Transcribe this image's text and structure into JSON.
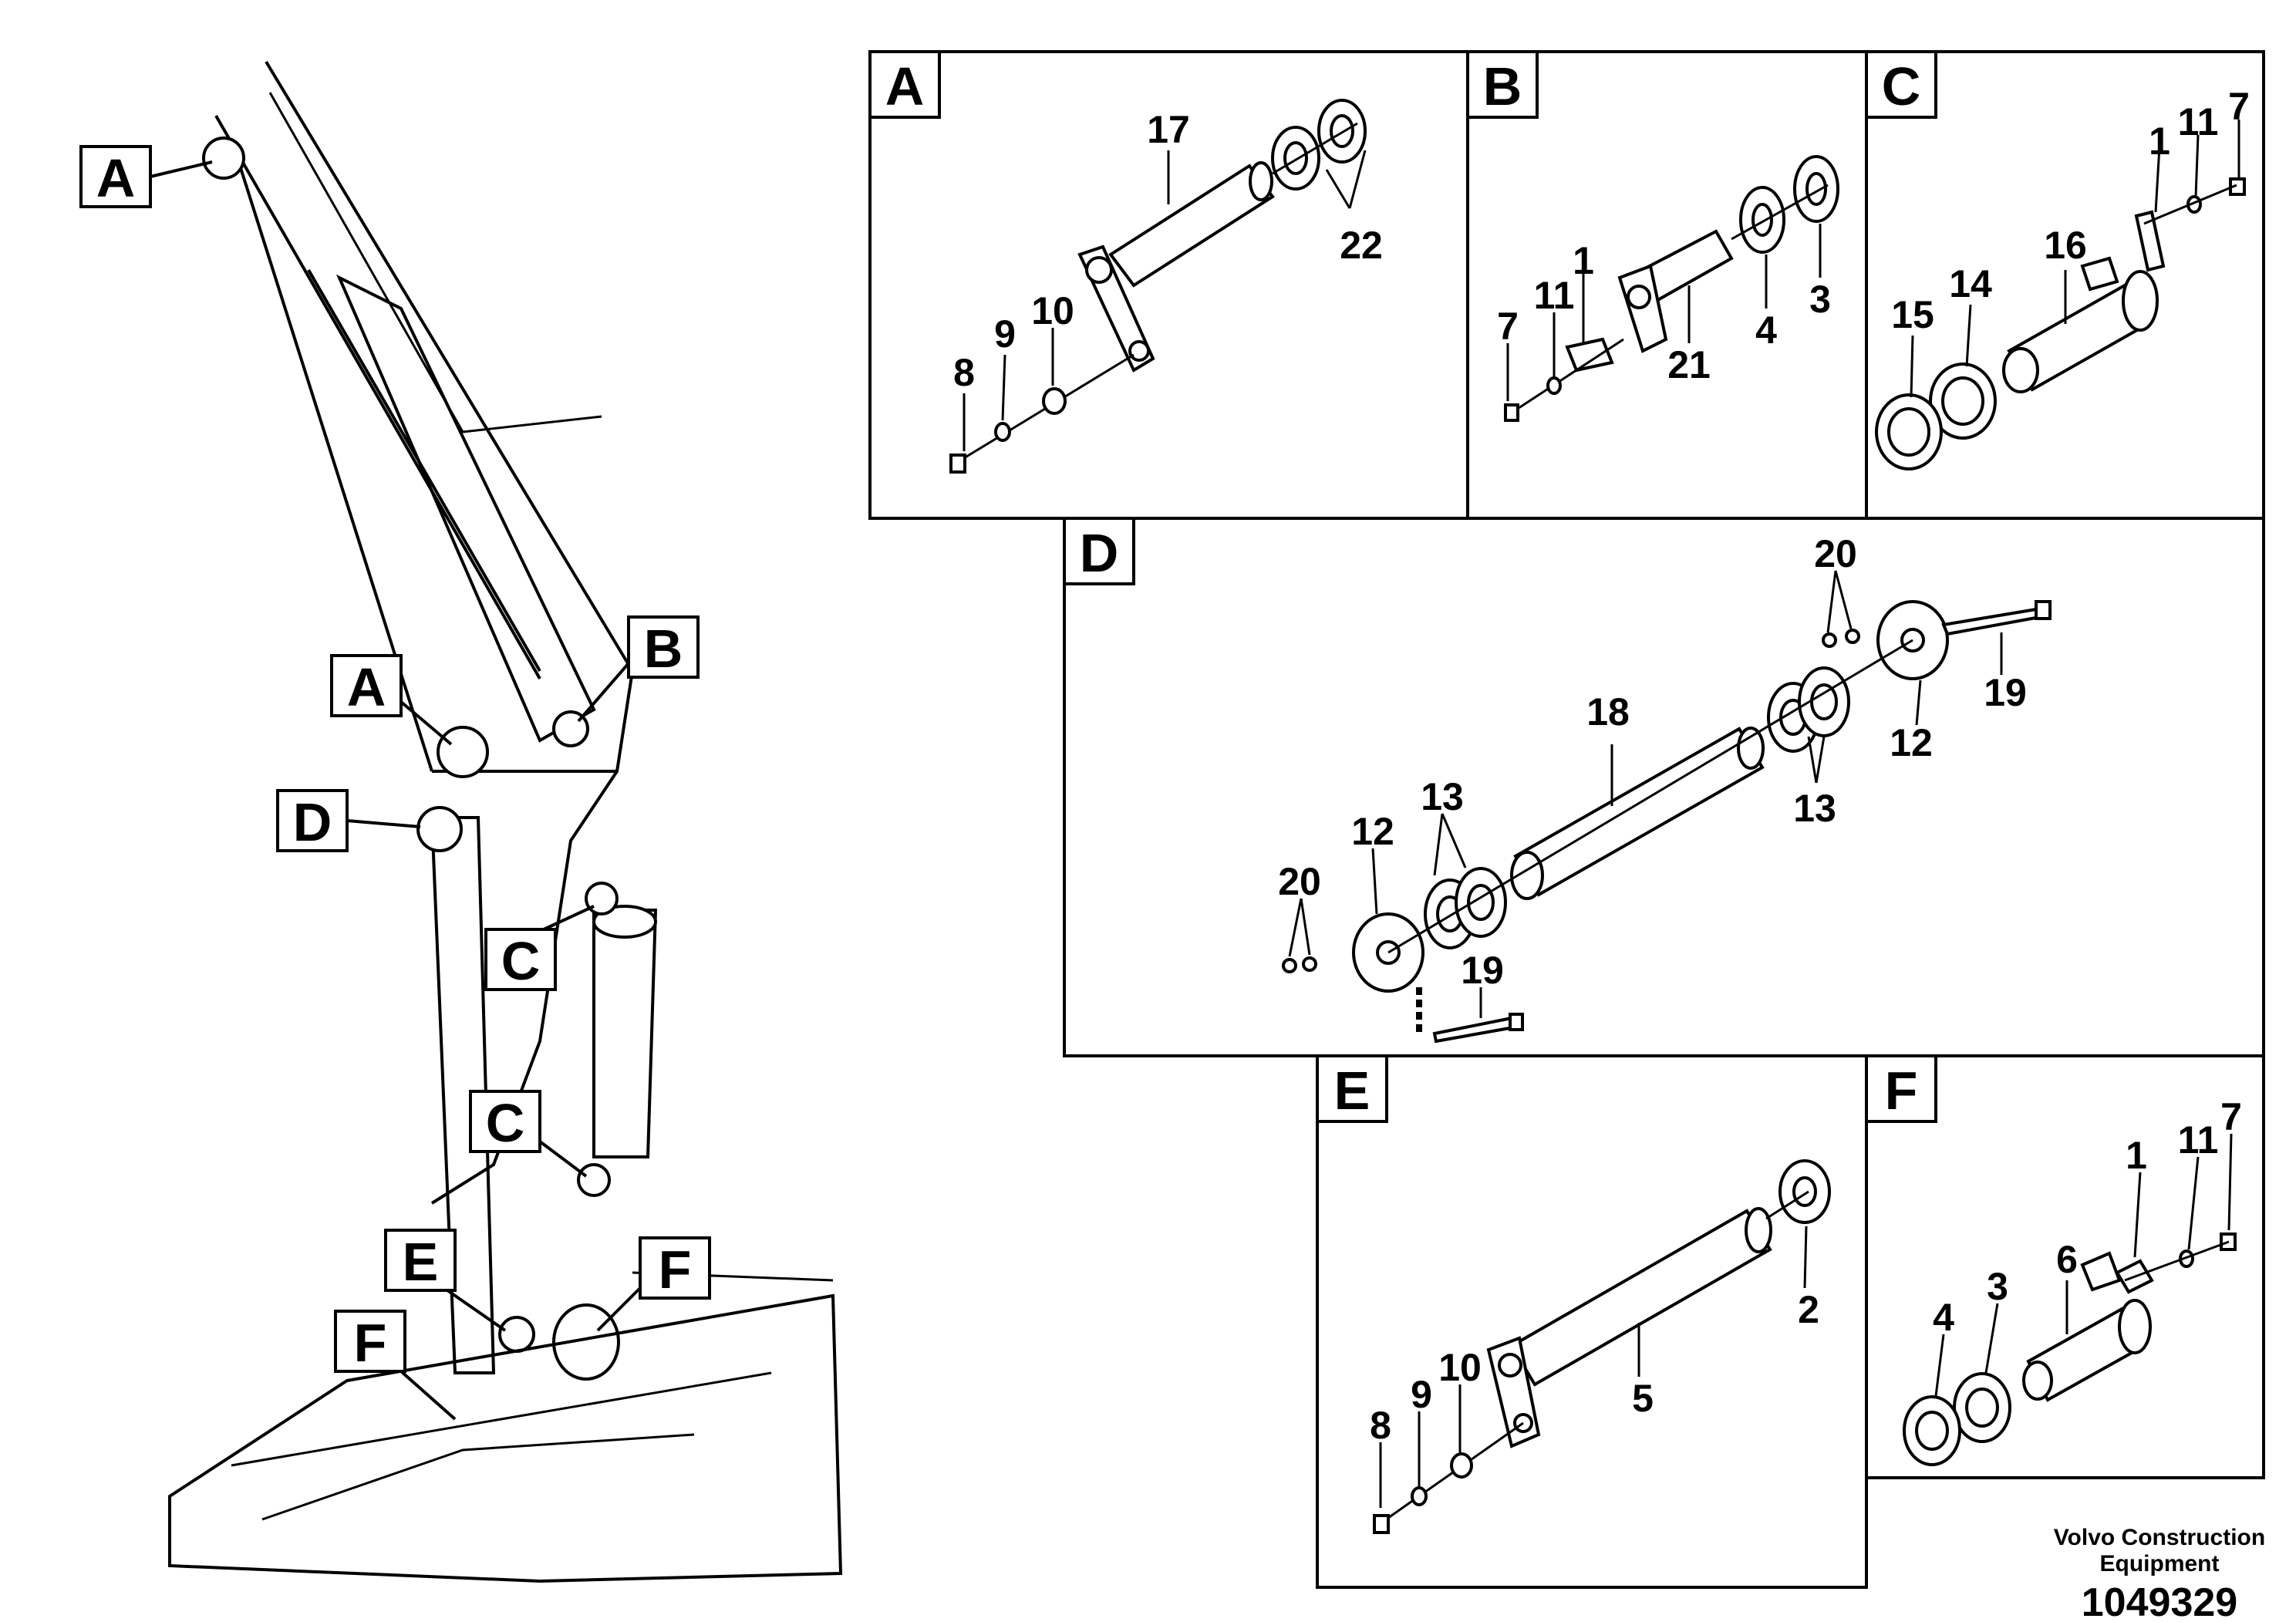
{
  "overview": {
    "callouts": [
      "A",
      "B",
      "A",
      "D",
      "C",
      "C",
      "E",
      "F",
      "F"
    ]
  },
  "panels": {
    "A": {
      "title": "A",
      "labels": [
        "17",
        "22",
        "8",
        "9",
        "10"
      ]
    },
    "B": {
      "title": "B",
      "labels": [
        "1",
        "7",
        "11",
        "21",
        "4",
        "3"
      ]
    },
    "C": {
      "title": "C",
      "labels": [
        "1",
        "11",
        "7",
        "16",
        "14",
        "15"
      ]
    },
    "D": {
      "title": "D",
      "labels": [
        "20",
        "19",
        "12",
        "18",
        "13",
        "13",
        "12",
        "20",
        "19"
      ]
    },
    "E": {
      "title": "E",
      "labels": [
        "2",
        "5",
        "8",
        "9",
        "10"
      ]
    },
    "F": {
      "title": "F",
      "labels": [
        "1",
        "11",
        "7",
        "6",
        "3",
        "4"
      ]
    }
  },
  "footer": {
    "company_line1": "Volvo Construction",
    "company_line2": "Equipment",
    "doc_number": "1049329"
  }
}
